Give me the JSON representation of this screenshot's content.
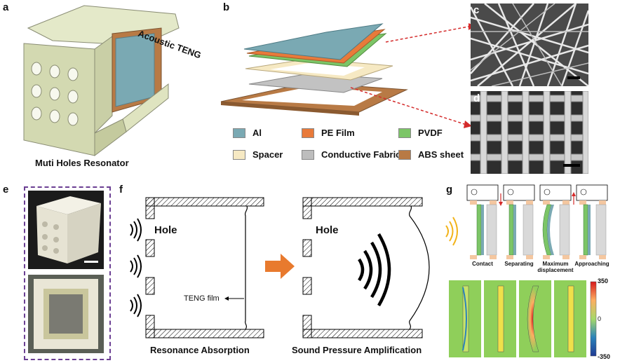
{
  "panels": {
    "a": {
      "label": "a",
      "callout": "Acoustic TENG",
      "caption": "Muti Holes Resonator"
    },
    "b": {
      "label": "b",
      "legend": [
        {
          "name": "Al",
          "color": "#7aa9b3"
        },
        {
          "name": "PE Film",
          "color": "#e87a3a"
        },
        {
          "name": "PVDF",
          "color": "#7cc567"
        },
        {
          "name": "Spacer",
          "color": "#f6e9c3"
        },
        {
          "name": "Conductive Fabric",
          "color": "#bdbdbd"
        },
        {
          "name": "ABS sheet",
          "color": "#b87a45"
        }
      ]
    },
    "c": {
      "label": "c"
    },
    "d": {
      "label": "d"
    },
    "e": {
      "label": "e"
    },
    "f": {
      "label": "f",
      "hole_left": "Hole",
      "hole_right": "Hole",
      "film_label": "TENG film",
      "caption_left": "Resonance Absorption",
      "caption_right": "Sound Pressure Amplification"
    },
    "g": {
      "label": "g",
      "states": [
        "Contact",
        "Separating",
        "Maximum displacement",
        "Approaching"
      ],
      "colorbar_max": "350",
      "colorbar_mid": "0",
      "colorbar_min": "-350"
    }
  }
}
